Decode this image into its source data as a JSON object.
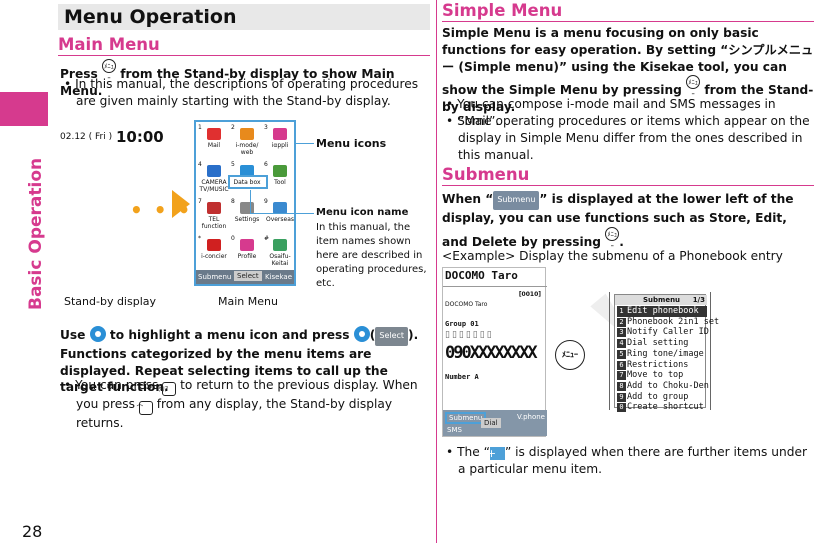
{
  "side_tab": {
    "label": "Basic Operation",
    "page_number": "28"
  },
  "left": {
    "section_title": "Menu Operation",
    "main_menu": {
      "heading": "Main Menu",
      "p1_pre": "Press ",
      "p1_key": "ﾒﾆｭｰ",
      "p1_post": " from the Stand-by display to show Main Menu.",
      "bullet1": "In this manual, the descriptions of operating procedures are given mainly starting with the Stand-by display."
    },
    "figure": {
      "standby_date": "02.12 ( Fri )",
      "standby_time": "10:00",
      "standby_caption": "Stand-by display",
      "mainmenu_caption": "Main Menu",
      "label_menu_icons": "Menu icons",
      "label_icon_name": "Menu icon name",
      "label_icon_name_desc": "In this manual, the item names shown here are described in operating procedures, etc.",
      "tiles": [
        {
          "n": "1",
          "label": "Mail",
          "color": "#e03030"
        },
        {
          "n": "2",
          "label": "i-mode/ web",
          "color": "#e88a1c"
        },
        {
          "n": "3",
          "label": "iαppli",
          "color": "#d63a8e"
        },
        {
          "n": "4",
          "label": "CAMERA TV/MUSIC",
          "color": "#2a6fc9"
        },
        {
          "n": "5",
          "label": "Data box",
          "color": "#2a8fd6"
        },
        {
          "n": "6",
          "label": "Tool",
          "color": "#4a9a3a"
        },
        {
          "n": "7",
          "label": "TEL function",
          "color": "#c03030"
        },
        {
          "n": "8",
          "label": "Settings",
          "color": "#888888"
        },
        {
          "n": "9",
          "label": "Overseas",
          "color": "#3a8ad0"
        },
        {
          "n": "*",
          "label": "i-concier",
          "color": "#d02020"
        },
        {
          "n": "0",
          "label": "Profile",
          "color": "#d63a8e"
        },
        {
          "n": "#",
          "label": "Osaifu- Keitai",
          "color": "#3aa060"
        }
      ],
      "soft_left": "Submenu",
      "soft_center": "Select",
      "soft_right": "Kisekae"
    },
    "use_para": {
      "pre": "Use ",
      "mid": " to highlight a menu icon and press ",
      "chip": "Select",
      "post": "). Functions categorized by the menu items are displayed. Repeat selecting items to call up the target function."
    },
    "bullet2_pre": "You can press ",
    "bullet2_key": "ｸﾘｱ",
    "bullet2_mid": " to return to the previous display. When you press ",
    "bullet2_post": " from any display, the Stand-by display returns."
  },
  "right": {
    "simple_menu": {
      "heading": "Simple Menu",
      "para": "Simple Menu is a menu focusing on only basic functions for easy operation. By setting “シンプルメニュー (Simple menu)” using the Kisekae tool, you can show the Simple Menu by pressing ",
      "para_post": " from the Stand-by display.",
      "bullet1": "You can compose i-mode mail and SMS messages in “Mail”.",
      "bullet2": "Some operating procedures or items which appear on the display in Simple Menu differ from the ones described in this manual."
    },
    "submenu": {
      "heading": "Submenu",
      "para_pre": "When “",
      "chip": "Submenu",
      "para_post": "” is displayed at the lower left of the display, you can use functions such as Store, Edit, and Delete by pressing ",
      "example": "<Example> Display the submenu of a Phonebook entry",
      "phonebook": {
        "name": "DOCOMO Taro",
        "record": "[0010]",
        "small_name": "DOCOMO Taro",
        "group": "Group 01",
        "number": "090XXXXXXXX",
        "number_label": "Number A",
        "soft_left": "Submenu",
        "soft_left2": "SMS",
        "soft_center": "Dial",
        "soft_right": "V.phone"
      },
      "key_label": "ﾒﾆｭｰ",
      "submenu_screen": {
        "title": "Submenu",
        "page": "1/3",
        "items": [
          {
            "n": "1",
            "label": "Edit phonebook"
          },
          {
            "n": "2",
            "label": "Phonebook 2in1 set"
          },
          {
            "n": "3",
            "label": "Notify Caller ID"
          },
          {
            "n": "4",
            "label": "Dial setting"
          },
          {
            "n": "5",
            "label": "Ring tone/image"
          },
          {
            "n": "6",
            "label": "Restrictions"
          },
          {
            "n": "7",
            "label": "Move to top"
          },
          {
            "n": "8",
            "label": "Add to Choku-Den"
          },
          {
            "n": "9",
            "label": "Add to group"
          },
          {
            "n": "0",
            "label": "Create shortcut"
          }
        ]
      },
      "bullet_pre": "The “",
      "bullet_post": "” is displayed when there are further items under a particular menu item."
    }
  }
}
